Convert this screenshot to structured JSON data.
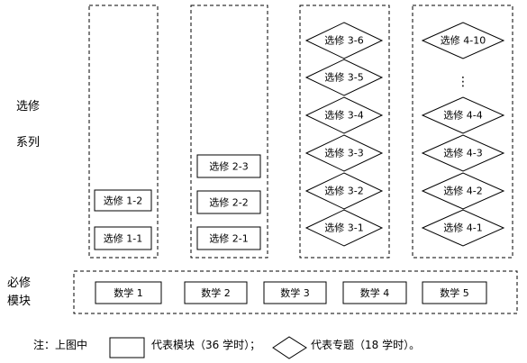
{
  "side_labels": {
    "elective_line1": "选修",
    "elective_line2": "系列",
    "required_line1": "必修",
    "required_line2": "模块"
  },
  "elective_series": [
    {
      "modules": [
        "选修 1-2",
        "选修 1-1"
      ]
    },
    {
      "modules": [
        "选修 2-3",
        "选修 2-2",
        "选修 2-1"
      ]
    },
    {
      "topics": [
        "选修 3-6",
        "选修 3-5",
        "选修 3-4",
        "选修 3-3",
        "选修 3-2",
        "选修 3-1"
      ]
    },
    {
      "topics": [
        "选修 4-10",
        "选修 4-4",
        "选修 4-3",
        "选修 4-2",
        "选修 4-1"
      ],
      "ellipsis": "⋮"
    }
  ],
  "required_modules": [
    "数学 1",
    "数学 2",
    "数学 3",
    "数学 4",
    "数学 5"
  ],
  "legend": {
    "prefix": "注：上图中",
    "module_text": "代表模块（36 学时）；",
    "topic_text": "代表专题（18 学时）。"
  }
}
